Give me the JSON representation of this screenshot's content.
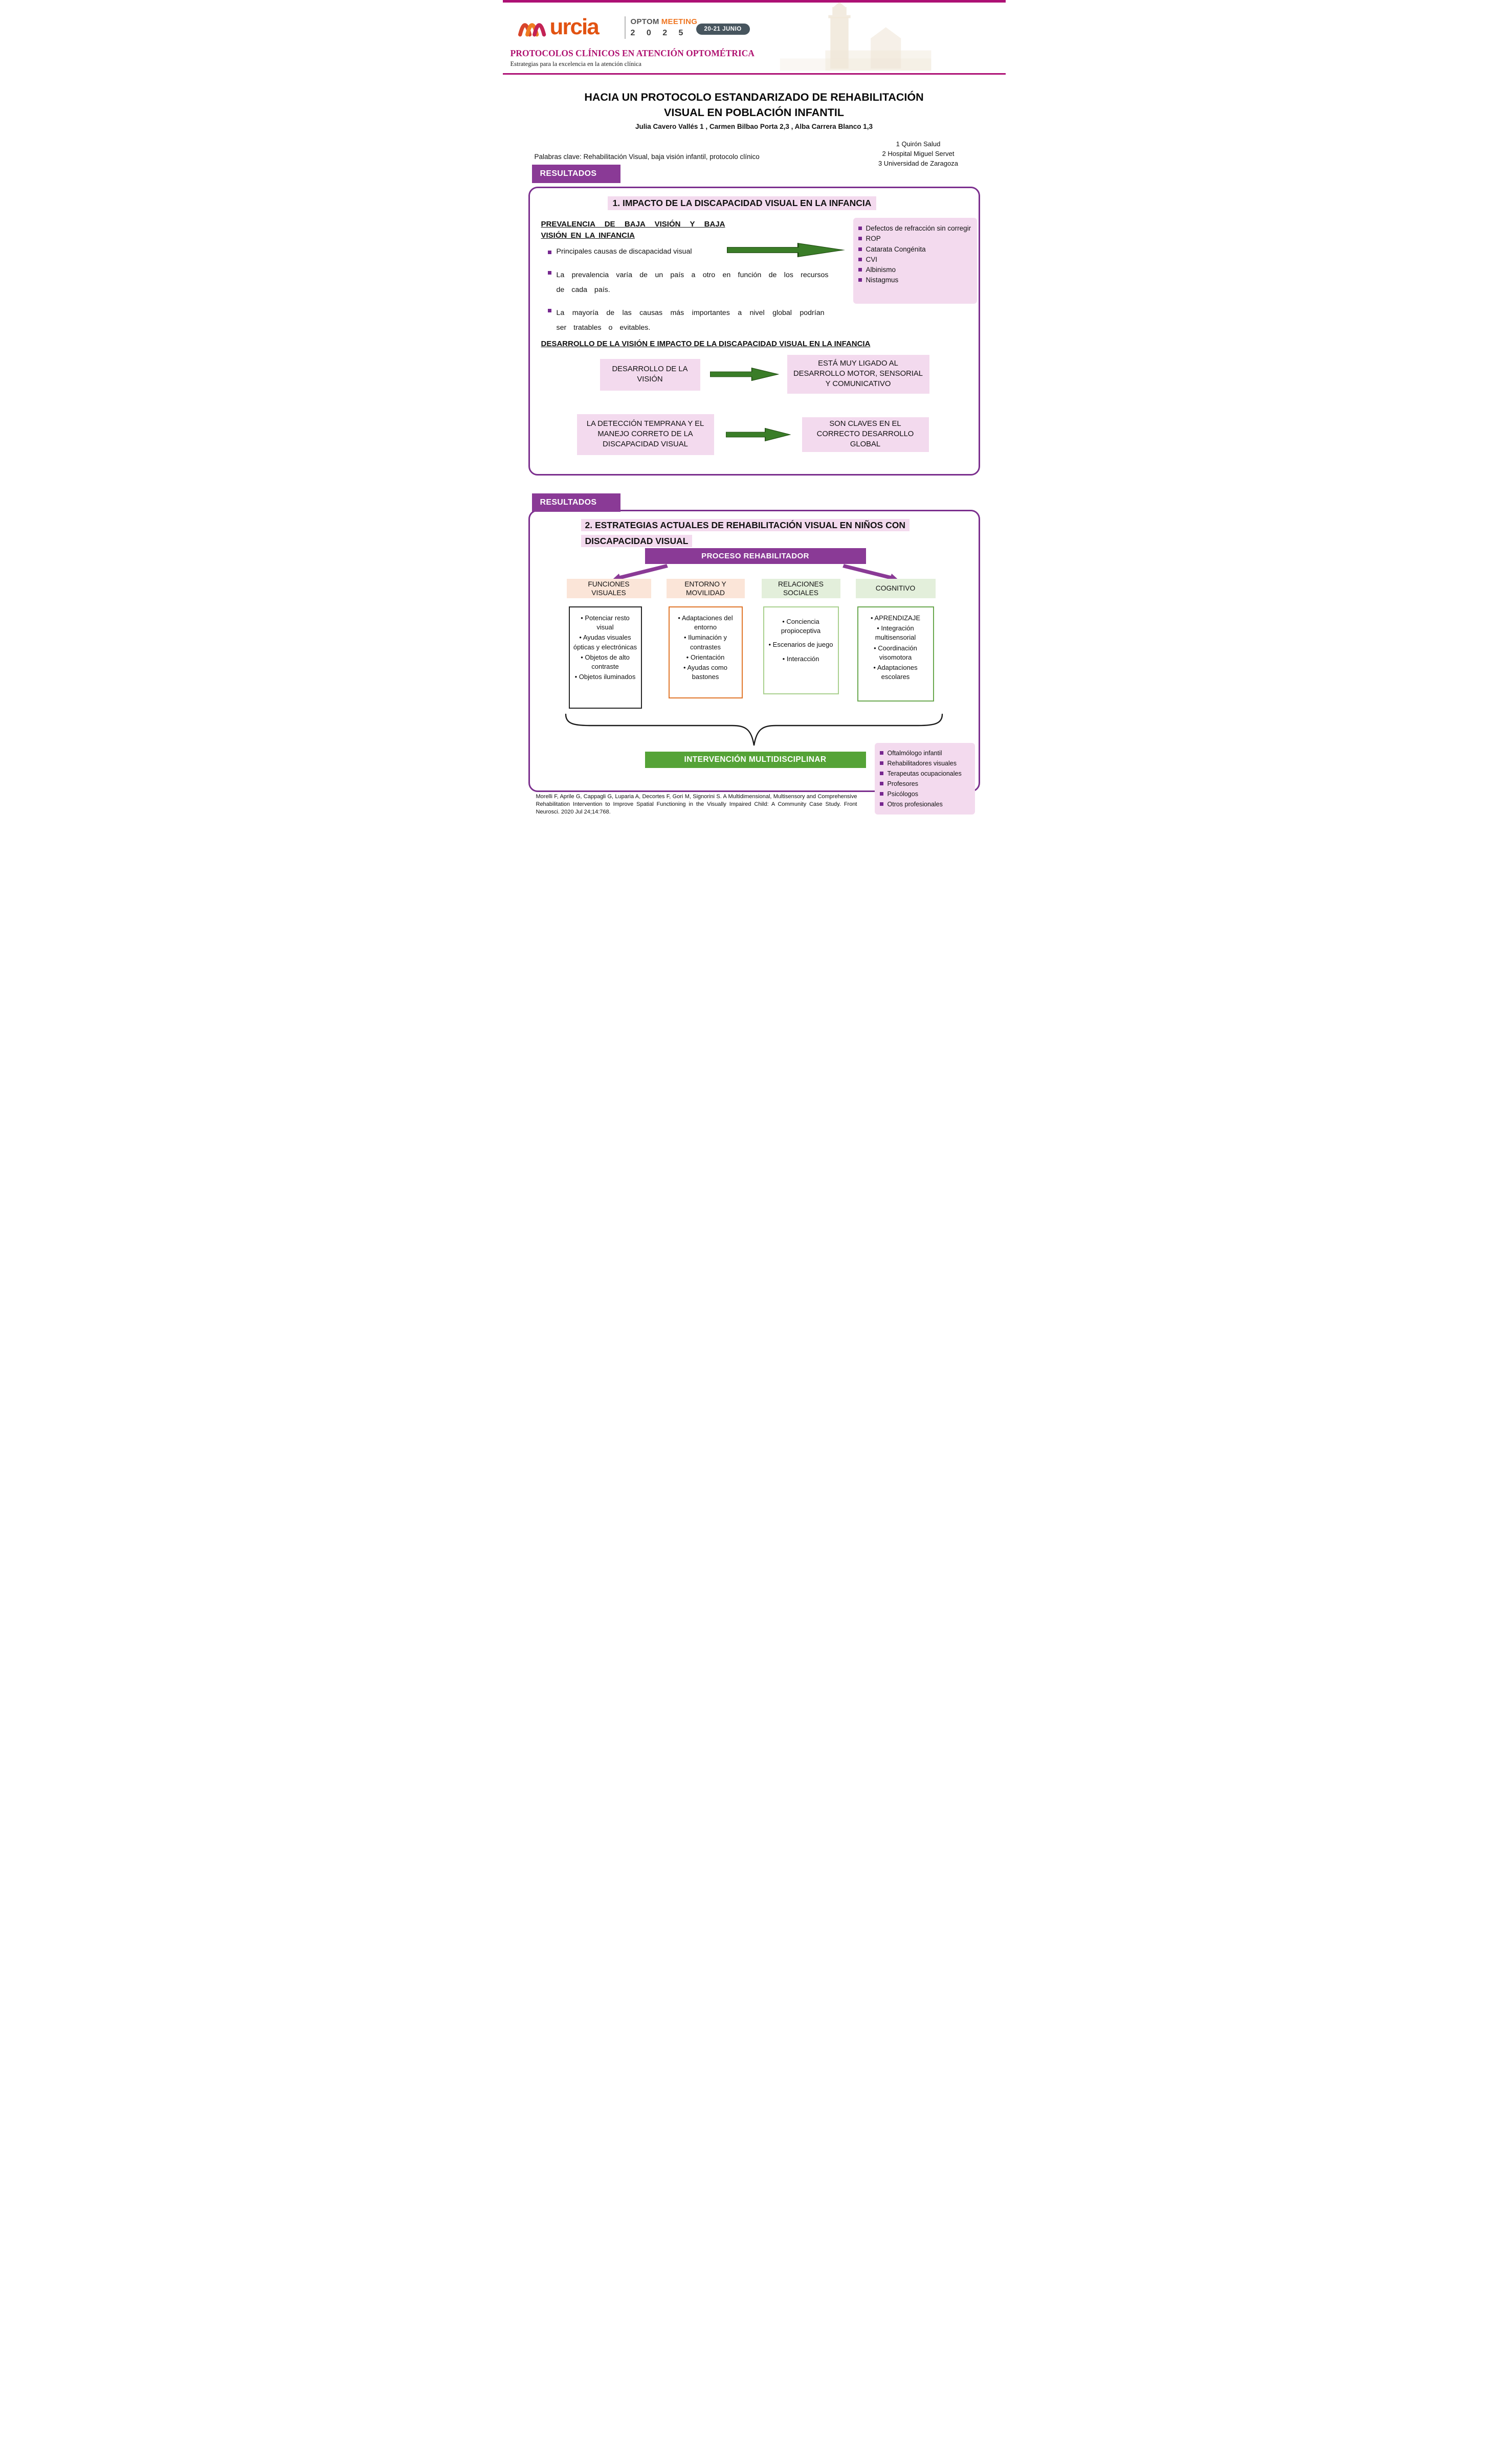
{
  "header": {
    "brand": {
      "city": "urcia",
      "optom": "OPTOM",
      "meeting": "MEETING",
      "year": "2 0 2 5",
      "date_badge": "20-21 JUNIO"
    },
    "event_title": "PROTOCOLOS CLÍNICOS EN ATENCIÓN OPTOMÉTRICA",
    "event_subtitle": "Estrategias para la excelencia en la atención clínica"
  },
  "poster": {
    "title_line1": "HACIA UN PROTOCOLO ESTANDARIZADO DE REHABILITACIÓN",
    "title_line2": "VISUAL EN POBLACIÓN INFANTIL",
    "authors": "Julia Cavero Vallés 1 , Carmen Bilbao Porta 2,3 , Alba Carrera Blanco 1,3",
    "keywords": "Palabras clave: Rehabilitación Visual, baja visión infantil, protocolo clínico",
    "affiliations": [
      "1 Quirón Salud",
      "2 Hospital Miguel Servet",
      "3 Universidad de Zaragoza"
    ],
    "results_label": "RESULTADOS"
  },
  "section1": {
    "heading": "1. IMPACTO DE LA DISCAPACIDAD VISUAL EN LA INFANCIA",
    "prevalence_heading": "PREVALENCIA DE BAJA VISIÓN Y BAJA VISIÓN EN LA INFANCIA",
    "bullet1": "Principales causas de discapacidad visual",
    "bullet2": "La prevalencia varía de un país a otro en función de los recursos de cada país.",
    "bullet3": "La mayoría de las causas más importantes a nivel global podrían ser tratables o evitables.",
    "causes": [
      "Defectos de refracción sin corregir",
      "ROP",
      "Catarata Congénita",
      "CVI",
      "Albinismo",
      "Nistagmus"
    ],
    "development_heading": "DESARROLLO DE LA VISIÓN E IMPACTO DE LA DISCAPACIDAD VISUAL EN LA INFANCIA",
    "flow1_left": "DESARROLLO DE LA VISIÓN",
    "flow1_right": "ESTÁ MUY LIGADO AL DESARROLLO MOTOR, SENSORIAL Y COMUNICATIVO",
    "flow2_left": "LA DETECCIÓN TEMPRANA Y EL MANEJO CORRETO DE LA DISCAPACIDAD VISUAL",
    "flow2_right": "SON CLAVES EN EL CORRECTO DESARROLLO GLOBAL"
  },
  "section2": {
    "heading_line1": "2. ESTRATEGIAS ACTUALES DE REHABILITACIÓN VISUAL EN NIÑOS CON",
    "heading_line2": "DISCAPACIDAD VISUAL",
    "process_label": "PROCESO REHABILITADOR",
    "columns": [
      {
        "header": "FUNCIONES VISUALES",
        "items": [
          "Potenciar resto visual",
          "Ayudas visuales ópticas y electrónicas",
          "Objetos de alto contraste",
          "Objetos iluminados"
        ]
      },
      {
        "header": "ENTORNO Y MOVILIDAD",
        "items": [
          "Adaptaciones del entorno",
          "Iluminación y contrastes",
          "Orientación",
          "Ayudas como bastones"
        ]
      },
      {
        "header": "RELACIONES SOCIALES",
        "items": [
          "Conciencia propioceptiva",
          "Escenarios de juego",
          "Interacción"
        ]
      },
      {
        "header": "COGNITIVO",
        "items": [
          "APRENDIZAJE",
          "Integración multisensorial",
          "Coordinación visomotora",
          "Adaptaciones escolares"
        ]
      }
    ],
    "intervention_label": "INTERVENCIÓN MULTIDISCIPLINAR",
    "professionals": [
      "Oftalmólogo infantil",
      "Rehabilitadores visuales",
      "Terapeutas ocupacionales",
      "Profesores",
      "Psicólogos",
      "Otros profesionales"
    ],
    "citation": "Morelli F, Aprile G, Cappagli G, Luparia A, Decortes F, Gori M, Signorini S. A Multidimensional, Multisensory and Comprehensive Rehabilitation Intervention to Improve Spatial Functioning in the Visually Impaired Child: A Community Case Study. Front Neurosci. 2020 Jul 24;14:768."
  },
  "colors": {
    "magenta": "#ad1074",
    "purple": "#8a3a96",
    "pink": "#f3daee",
    "green_arrow": "#3a7d28",
    "green_box": "#55a337",
    "peach": "#fbe5d8",
    "light_green": "#e3efdb",
    "orange_border": "#e0762a",
    "dark_border": "#262626"
  }
}
